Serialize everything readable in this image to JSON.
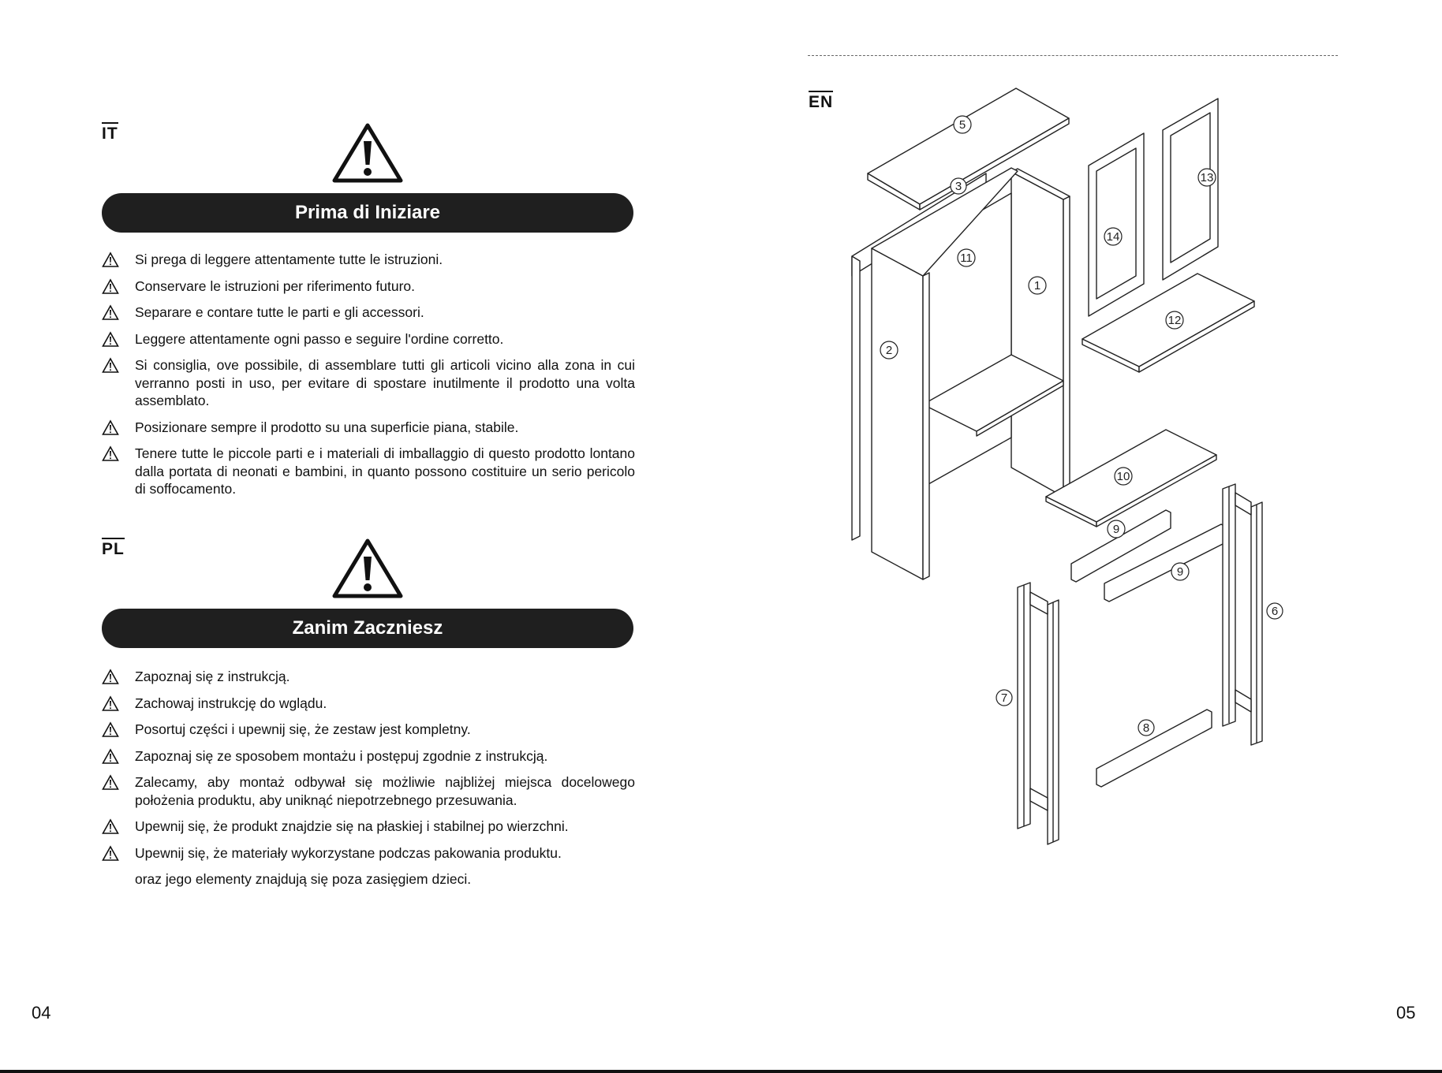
{
  "it": {
    "lang": "IT",
    "heading": "Prima di Iniziare",
    "items": [
      "Si prega di leggere attentamente tutte le istruzioni.",
      "Conservare le istruzioni per riferimento futuro.",
      "Separare e contare tutte le parti e gli accessori.",
      "Leggere attentamente ogni passo e seguire l'ordine corretto.",
      "Si consiglia, ove possibile, di assemblare tutti gli articoli vicino alla zona in cui verranno posti in uso, per evitare di spostare inutilmente il prodotto una volta assemblato.",
      "Posizionare sempre il prodotto su una superficie piana, stabile.",
      "Tenere tutte le piccole parti e i materiali di imballaggio di questo prodotto lontano dalla portata di neonati e bambini, in quanto possono costituire un serio pericolo di soffocamento."
    ]
  },
  "pl": {
    "lang": "PL",
    "heading": "Zanim Zaczniesz",
    "items": [
      "Zapoznaj się z instrukcją.",
      "Zachowaj instrukcję do wglądu.",
      "Posortuj części i upewnij się, że zestaw jest kompletny.",
      "Zapoznaj się ze sposobem montażu i postępuj zgodnie z instrukcją.",
      "Zalecamy, aby montaż odbywał się możliwie najbliżej miejsca docelowego położenia produktu, aby uniknąć niepotrzebnego przesuwania.",
      "Upewnij się, że produkt znajdzie się na płaskiej i stabilnej po wierzchni.",
      "Upewnij się, że materiały wykorzystane podczas pakowania produktu."
    ],
    "continuation": "oraz jego elementy znajdują się poza zasięgiem dzieci."
  },
  "en": {
    "lang": "EN",
    "parts": [
      "1",
      "2",
      "3",
      "5",
      "6",
      "7",
      "8",
      "9",
      "9",
      "10",
      "11",
      "12",
      "13",
      "14"
    ]
  },
  "page_left": "04",
  "page_right": "05"
}
